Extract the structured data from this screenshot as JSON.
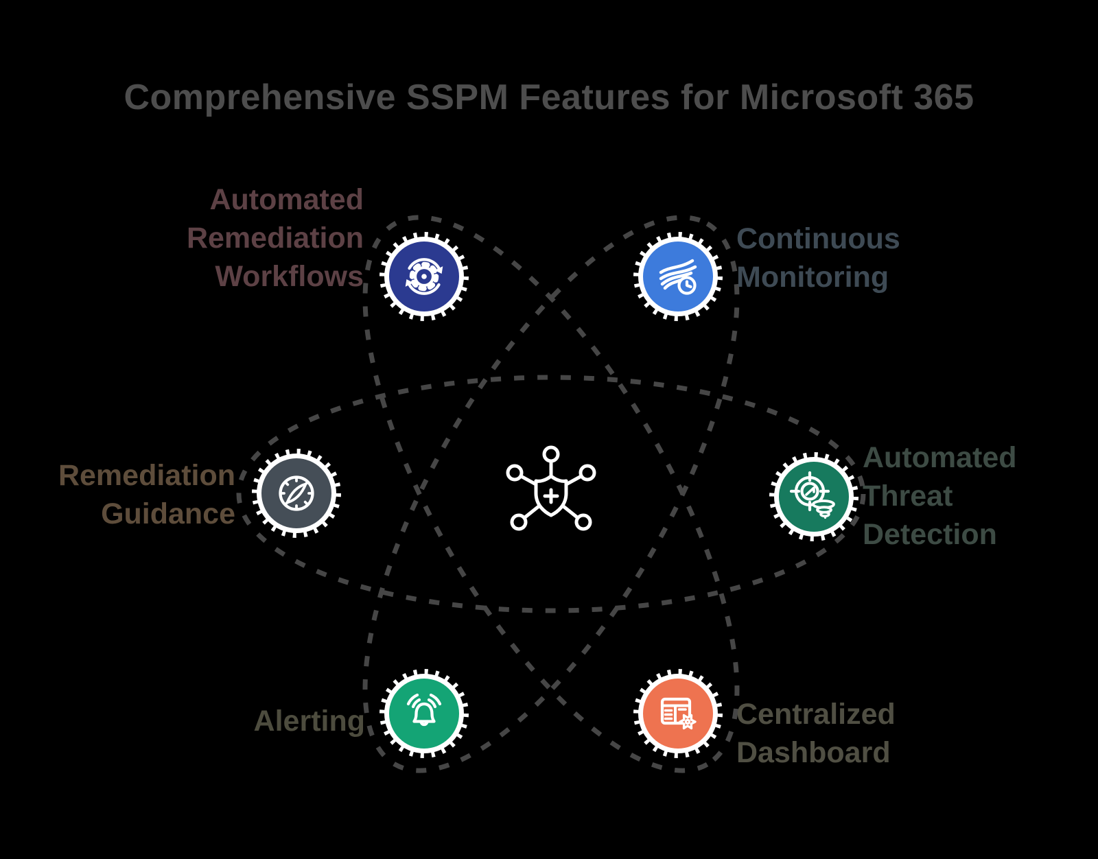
{
  "background_color": "#000000",
  "title": "Comprehensive SSPM Features for Microsoft 365",
  "title_color": "#4d4d4d",
  "connector": {
    "color": "#464646",
    "style": "dashed"
  },
  "center": {
    "icon": "shield-network-icon",
    "icon_color": "#ffffff"
  },
  "nodes": [
    {
      "id": "automated-remediation-workflows",
      "label": "Automated\nRemediation\nWorkflows",
      "icon": "sync-gear-icon",
      "color": "#2b3a90",
      "label_color": "#5d4145"
    },
    {
      "id": "continuous-monitoring",
      "label": "Continuous\nMonitoring",
      "icon": "flow-clock-icon",
      "color": "#3d7bdc",
      "label_color": "#3e4a54"
    },
    {
      "id": "remediation-guidance",
      "label": "Remediation\nGuidance",
      "icon": "compass-icon",
      "color": "#454e57",
      "label_color": "#5e4d3b"
    },
    {
      "id": "automated-threat-detection",
      "label": "Automated\nThreat\nDetection",
      "icon": "target-funnel-icon",
      "color": "#177a5e",
      "label_color": "#3d4b44"
    },
    {
      "id": "alerting",
      "label": "Alerting",
      "icon": "alert-bell-icon",
      "color": "#14a475",
      "label_color": "#4d4c3e"
    },
    {
      "id": "centralized-dashboard",
      "label": "Centralized\nDashboard",
      "icon": "dashboard-gear-icon",
      "color": "#ee7350",
      "label_color": "#504f43"
    }
  ]
}
